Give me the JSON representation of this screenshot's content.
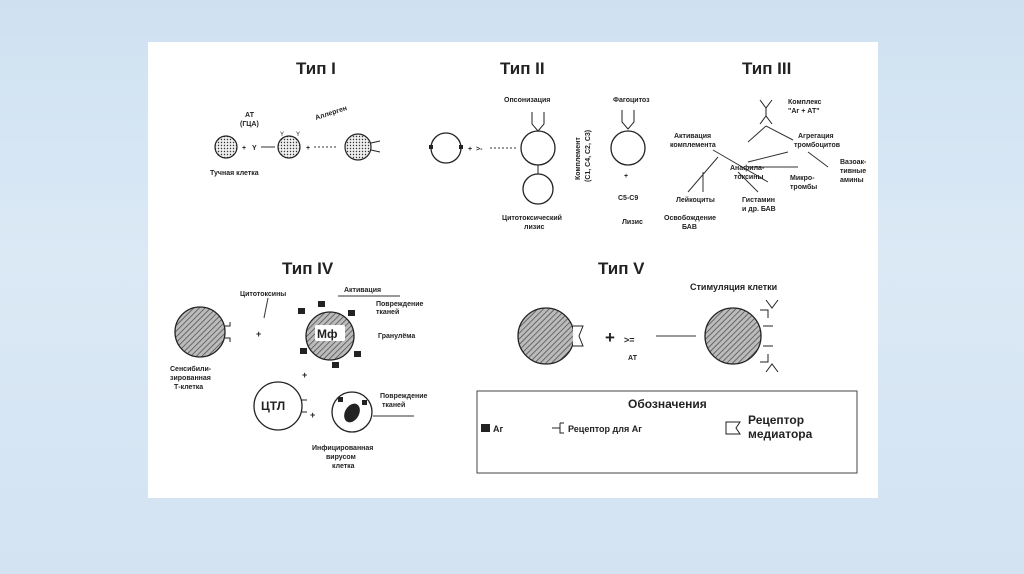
{
  "titles": {
    "t1": "Тип I",
    "t2": "Тип II",
    "t3": "Тип III",
    "t4": "Тип IV",
    "t5": "Тип V"
  },
  "type1": {
    "at": "АТ",
    "gca": "(ГЦА)",
    "allergen": "Аллерген",
    "mast": "Тучная клетка"
  },
  "type2": {
    "opson": "Опсонизация",
    "phago": "Фагоцитоз",
    "complement": "Комплемент",
    "complement2": "(С1, С4, С2, С3)",
    "cyto1": "Цитотоксический",
    "cyto2": "лизис",
    "c5c9": "С5-С9",
    "lysis": "Лизис"
  },
  "type3": {
    "complex1": "Комплекс",
    "complex2": "\"Аг + АТ\"",
    "activ1": "Активация",
    "activ2": "комплемента",
    "aggr1": "Агрегация",
    "aggr2": "тромбоцитов",
    "anaph1": "Анафила-",
    "anaph2": "токсины",
    "micro1": "Микро-",
    "micro2": "тромбы",
    "vaso1": "Вазоак-",
    "vaso2": "тивные",
    "vaso3": "амины",
    "leuko": "Лейкоциты",
    "release1": "Освобождение",
    "release2": "БАВ",
    "hist1": "Гистамин",
    "hist2": "и др. БАВ"
  },
  "type4": {
    "cytotox": "Цитотоксины",
    "activation": "Активация",
    "damage1": "Повреждение",
    "damage2": "тканей",
    "granuloma": "Гранулёма",
    "mf": "Мф",
    "sens1": "Сенсибили-",
    "sens2": "зированная",
    "sens3": "Т-клетка",
    "ctl": "ЦТЛ",
    "damage3": "Повреждение",
    "damage4": "тканей",
    "inf1": "Инфицированная",
    "inf2": "вирусом",
    "inf3": "клетка"
  },
  "type5": {
    "stim": "Стимуляция клетки",
    "at": "АТ"
  },
  "legend": {
    "title": "Обозначения",
    "ag": "Аг",
    "receptor": "Рецептор для Аг",
    "med1": "Рецептор",
    "med2": "медиатора"
  }
}
